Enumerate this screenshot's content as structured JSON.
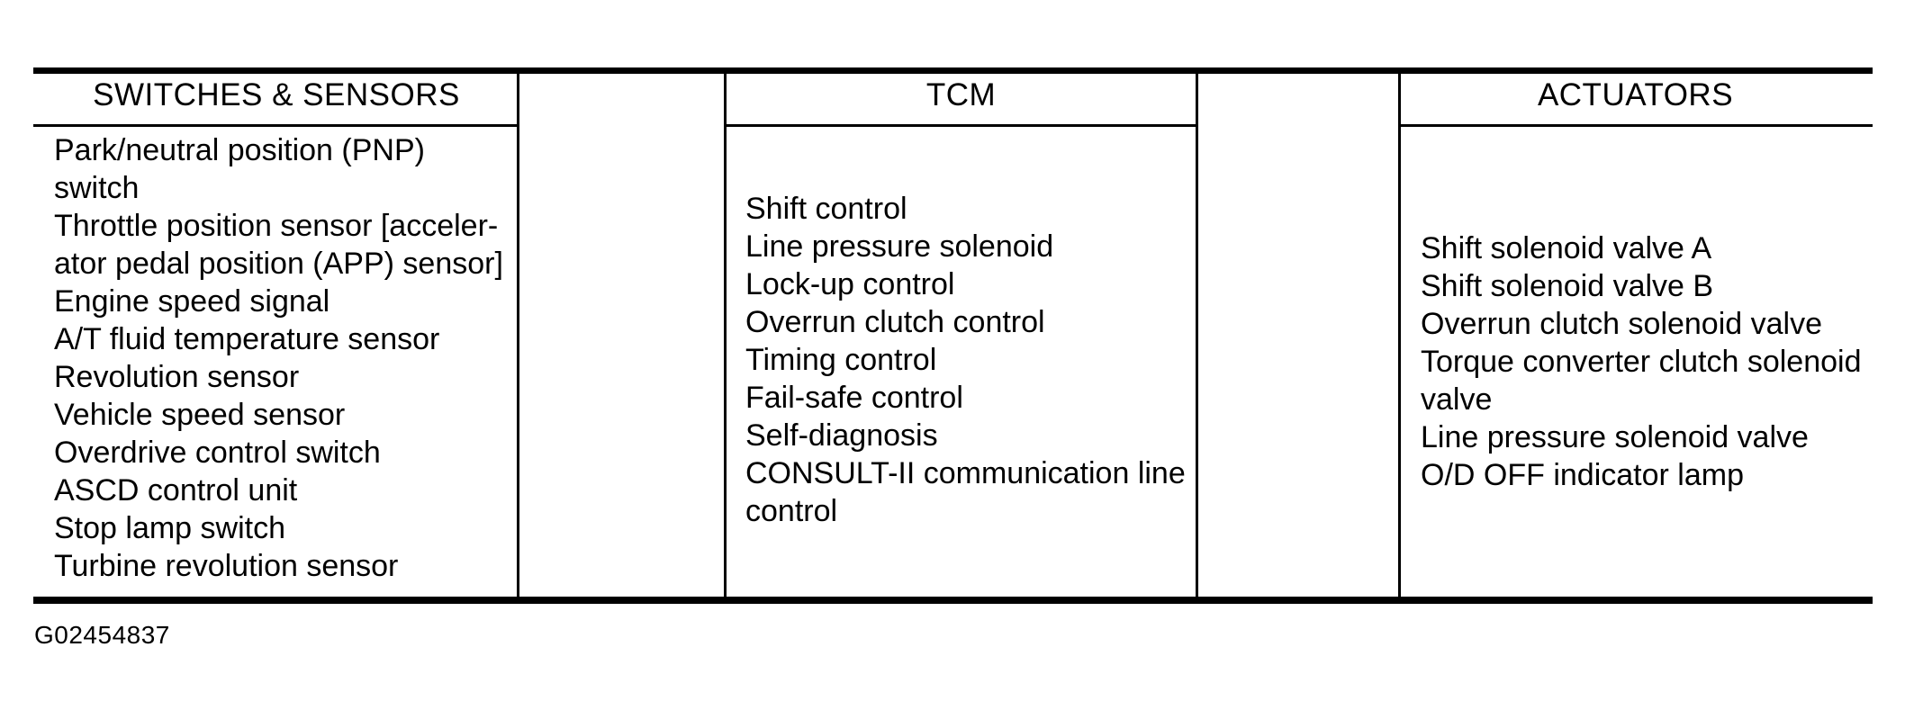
{
  "diagram": {
    "figure_code": "G02454837",
    "colors": {
      "ink": "#000000",
      "background": "#ffffff"
    },
    "columns": [
      {
        "header": "SWITCHES & SENSORS",
        "items": [
          "Park/neutral position (PNP)\nswitch",
          "Throttle position sensor [acceler-\nator pedal position (APP) sensor]",
          "Engine speed signal",
          "A/T fluid temperature sensor",
          "Revolution sensor",
          "Vehicle speed sensor",
          "Overdrive control switch",
          "ASCD control unit",
          "Stop lamp switch",
          "Turbine revolution sensor"
        ]
      },
      {
        "header": "TCM",
        "items": [
          "Shift control",
          "Line pressure solenoid",
          "Lock-up control",
          "Overrun clutch control",
          "Timing control",
          "Fail-safe control",
          "Self-diagnosis",
          "CONSULT-II communication line\ncontrol"
        ]
      },
      {
        "header": "ACTUATORS",
        "items": [
          "Shift solenoid valve A",
          "Shift solenoid valve B",
          "Overrun clutch solenoid valve",
          "Torque converter clutch solenoid\nvalve",
          "Line pressure solenoid valve",
          "O/D OFF indicator lamp"
        ]
      }
    ]
  }
}
